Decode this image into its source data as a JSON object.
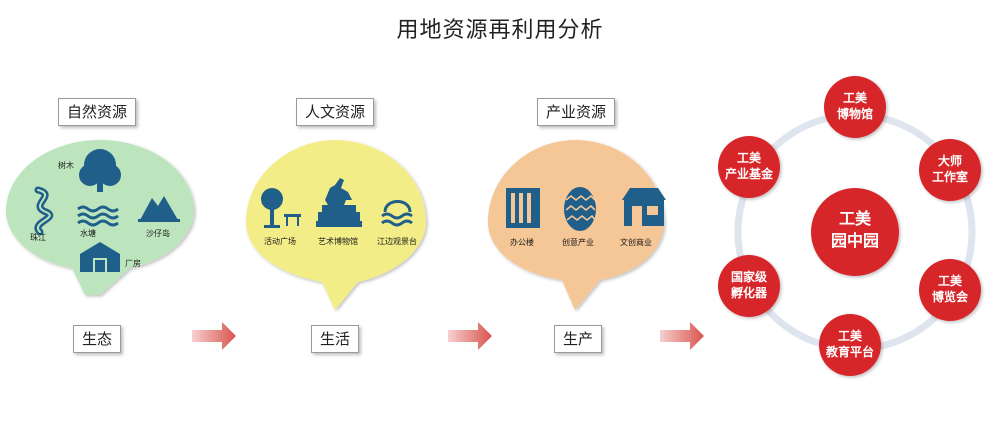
{
  "title": "用地资源再利用分析",
  "colors": {
    "green": "#bde5bd",
    "yellow": "#f2ed86",
    "orange": "#f5c796",
    "icon_blue": "#1f5f8a",
    "red": "#d6282b",
    "ring": "#dfe5ee",
    "arrow": "#d9534f"
  },
  "sections": [
    {
      "header": "自然资源",
      "footer": "生态",
      "items": [
        {
          "label": "树木",
          "icon": "tree-icon"
        },
        {
          "label": "珠江",
          "icon": "river-icon"
        },
        {
          "label": "水塘",
          "icon": "water-waves-icon"
        },
        {
          "label": "沙仔岛",
          "icon": "island-icon"
        },
        {
          "label": "厂房",
          "icon": "factory-icon"
        }
      ]
    },
    {
      "header": "人文资源",
      "footer": "生活",
      "items": [
        {
          "label": "活动广场",
          "icon": "plaza-tree-bench-icon"
        },
        {
          "label": "艺术博物馆",
          "icon": "equestrian-statue-icon"
        },
        {
          "label": "江边观景台",
          "icon": "bridge-waves-icon"
        }
      ]
    },
    {
      "header": "产业资源",
      "footer": "生产",
      "items": [
        {
          "label": "办公楼",
          "icon": "office-building-icon"
        },
        {
          "label": "创意产业",
          "icon": "egg-icon"
        },
        {
          "label": "文创商业",
          "icon": "shop-icon"
        }
      ]
    }
  ],
  "hub": {
    "center": [
      "工美",
      "园中园"
    ],
    "nodes": [
      [
        "工美",
        "博物馆"
      ],
      [
        "大师",
        "工作室"
      ],
      [
        "工美",
        "博览会"
      ],
      [
        "工美",
        "教育平台"
      ],
      [
        "国家级",
        "孵化器"
      ],
      [
        "工美",
        "产业基金"
      ]
    ]
  }
}
